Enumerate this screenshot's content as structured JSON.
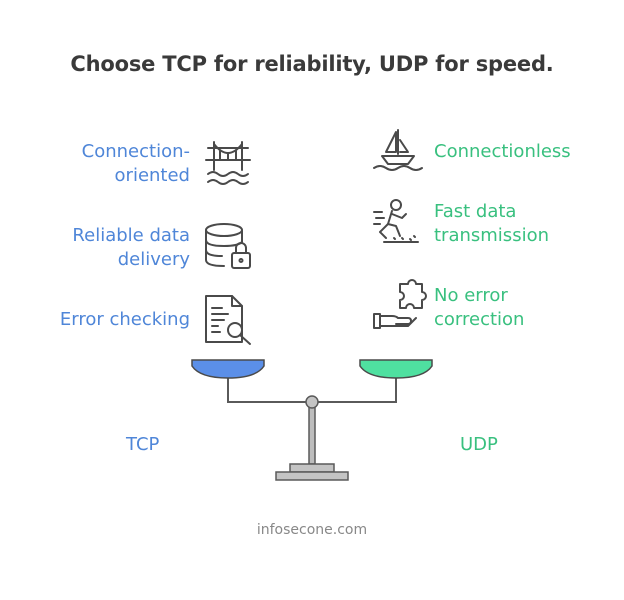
{
  "title": "Choose TCP for reliability, UDP for speed.",
  "tcp": {
    "label": "TCP",
    "features": [
      {
        "line1": "Connection-",
        "line2": "oriented",
        "icon": "bridge-icon"
      },
      {
        "line1": "Reliable data",
        "line2": "delivery",
        "icon": "database-lock-icon"
      },
      {
        "line1": "Error checking",
        "line2": "",
        "icon": "document-search-icon"
      }
    ]
  },
  "udp": {
    "label": "UDP",
    "features": [
      {
        "line1": "Connectionless",
        "line2": "",
        "icon": "sailboat-icon"
      },
      {
        "line1": "Fast data",
        "line2": "transmission",
        "icon": "running-person-icon"
      },
      {
        "line1": "No error",
        "line2": "correction",
        "icon": "puzzle-hand-icon"
      }
    ]
  },
  "footer": "infosecone.com",
  "colors": {
    "tcp": "#4f86d8",
    "udp": "#39c07f",
    "tcp_pan": "#5b8fe8",
    "udp_pan": "#4fe0a0",
    "title": "#3a3a3a",
    "scale": "#9a9a9a"
  }
}
